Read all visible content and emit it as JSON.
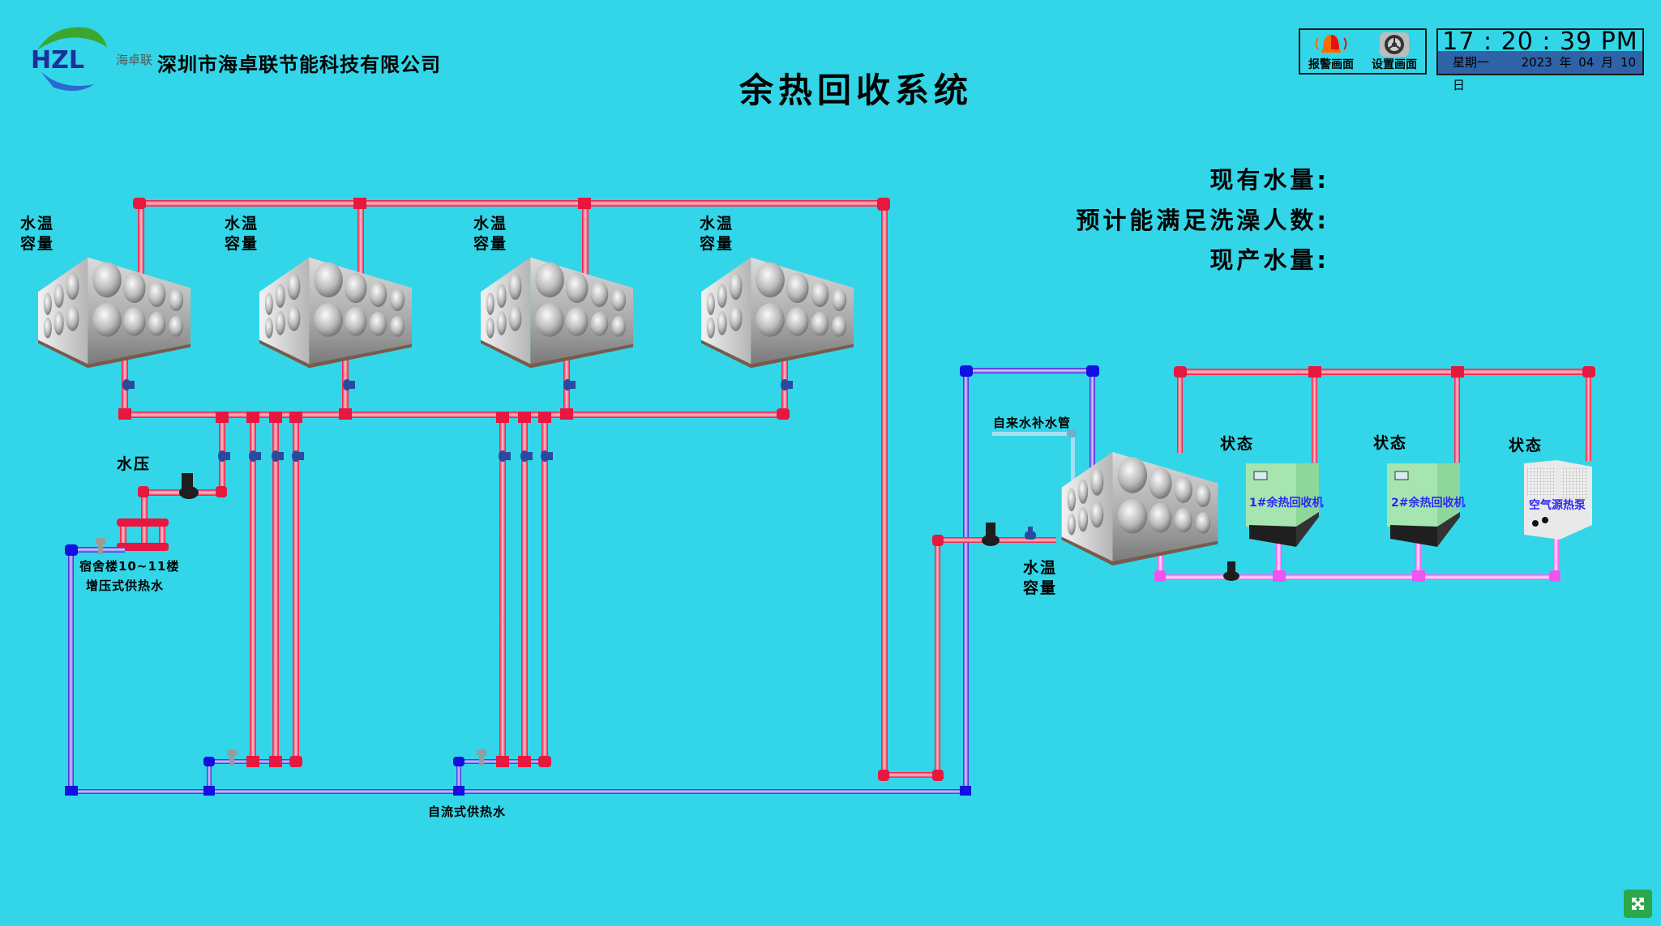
{
  "header": {
    "logo_text": "HZL",
    "logo_sub": "海卓联",
    "company_name": "深圳市海卓联节能科技有限公司",
    "page_title": "余热回收系统",
    "nav": [
      {
        "label": "报警画面",
        "icon": "alarm-bell-icon"
      },
      {
        "label": "设置画面",
        "icon": "settings-gear-icon"
      }
    ],
    "clock": {
      "time": "17 : 20 : 39  PM",
      "weekday": "星期一",
      "date": "2023 年 04 月 10 日"
    }
  },
  "stats": {
    "current_water": "现有水量:",
    "estimated_people": "预计能满足洗澡人数:",
    "produced_water": "现产水量:"
  },
  "tanks": [
    {
      "label_line1": "水温",
      "label_line2": "容量"
    },
    {
      "label_line1": "水温",
      "label_line2": "容量"
    },
    {
      "label_line1": "水温",
      "label_line2": "容量"
    },
    {
      "label_line1": "水温",
      "label_line2": "容量"
    },
    {
      "label_line1": "水温",
      "label_line2": "容量"
    }
  ],
  "labels": {
    "water_pressure": "水压",
    "dorm_line1": "宿舍楼10~11楼",
    "dorm_line2": "增压式供热水",
    "gravity_supply": "自流式供热水",
    "tap_makeup": "自来水补水管"
  },
  "machines": [
    {
      "status_label": "状态",
      "name": "1#余热回收机"
    },
    {
      "status_label": "状态",
      "name": "2#余热回收机"
    },
    {
      "status_label": "状态",
      "name": "空气源热泵"
    }
  ],
  "colors": {
    "background": "#33d6e8",
    "hot_pipe": "#e8173f",
    "cold_pipe": "#2a2ae6",
    "return_pipe": "#ee66ee",
    "tap_pipe": "#9fd6f0",
    "date_bar": "#2e63a8",
    "fullscreen_button": "#2aa84a",
    "machine_label": "#2a2af0"
  }
}
